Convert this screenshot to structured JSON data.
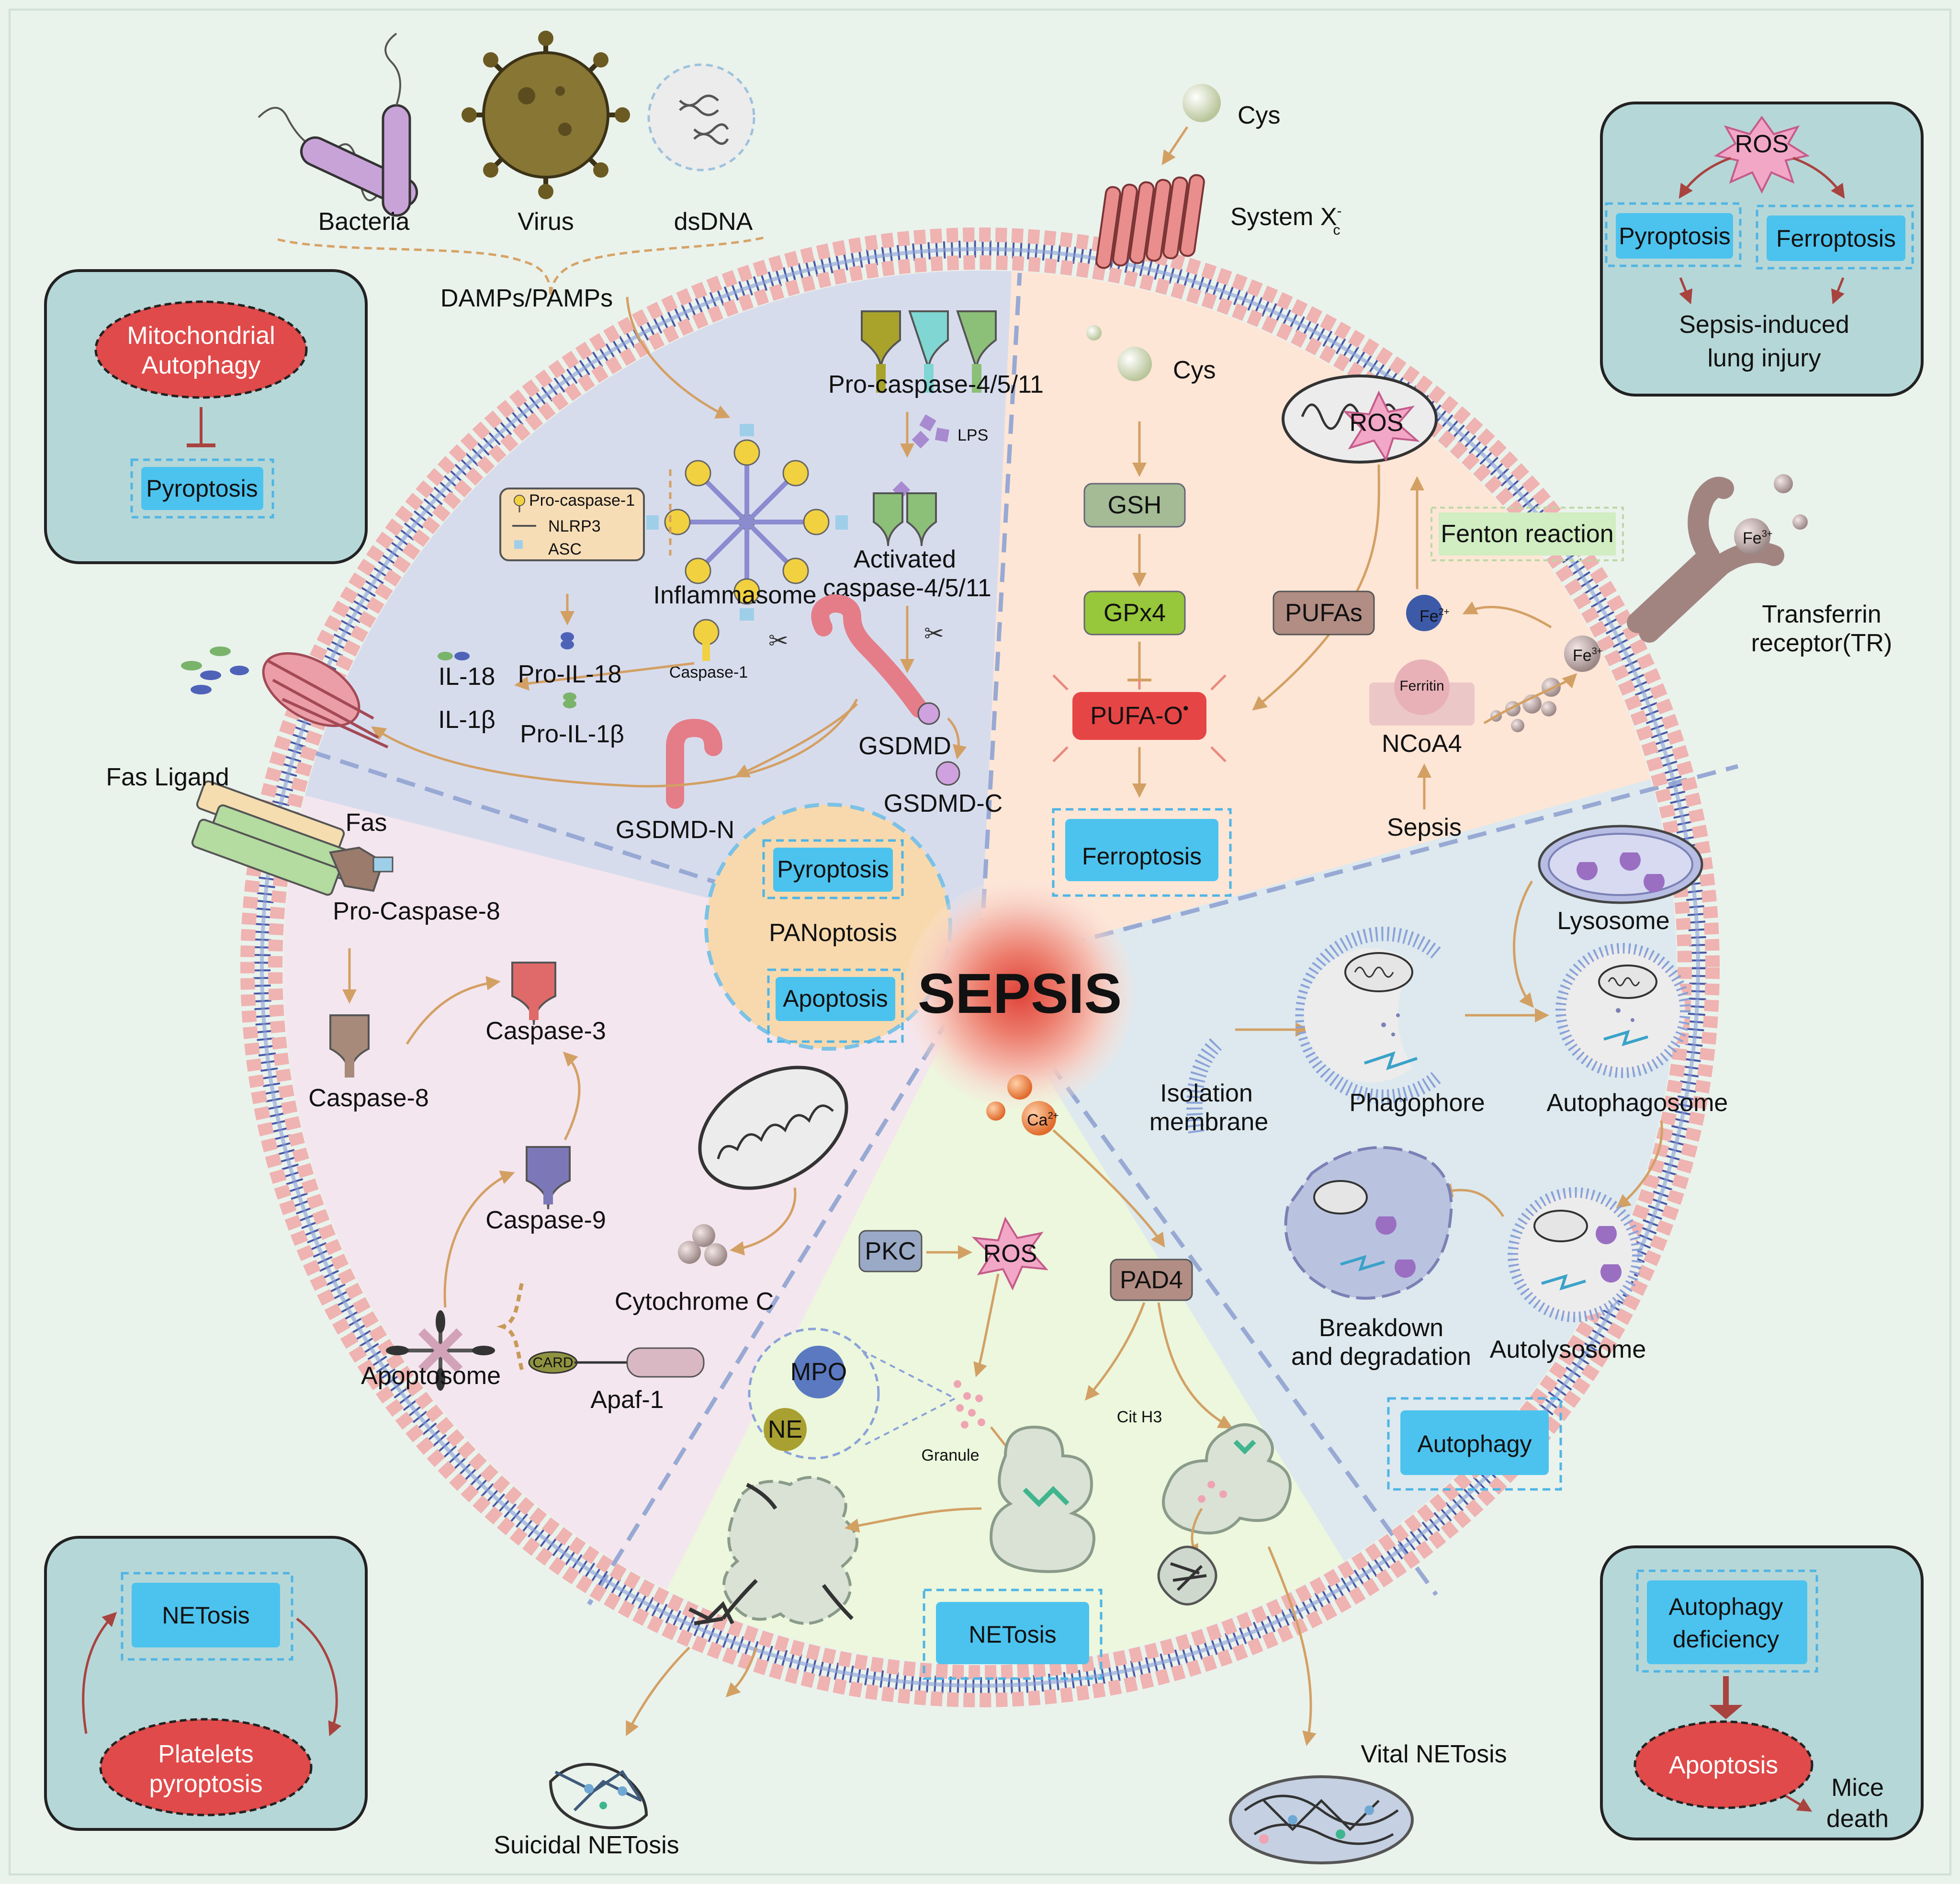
{
  "center": {
    "title": "SEPSIS",
    "panoptosis": "PANoptosis",
    "panoptosis_items": [
      "Pyroptosis",
      "Apoptosis"
    ]
  },
  "pathogens": [
    "Bacteria",
    "Virus",
    "dsDNA"
  ],
  "pyroptosis": {
    "damps": "DAMPs/PAMPs",
    "pro_caspase_4_5_11": "Pro-caspase-4/5/11",
    "lps": "LPS",
    "activated_caspase_lines": [
      "Activated",
      "caspase-4/5/11"
    ],
    "inflammasome": "Inflammasome",
    "legend": [
      "Pro-caspase-1",
      "NLRP3",
      "ASC"
    ],
    "caspase_1": "Caspase-1",
    "gsdmd": "GSDMD",
    "gsdmd_c": "GSDMD-C",
    "gsdmd_n": "GSDMD-N",
    "pro_il_18": "Pro-IL-18",
    "pro_il_1b": "Pro-IL-1β",
    "il_18": "IL-18",
    "il_1b": "IL-1β"
  },
  "ferroptosis": {
    "cys": "Cys",
    "system_xc": "System X",
    "system_xc_sup": "-",
    "system_xc_sub": "c",
    "gsh": "GSH",
    "gpx4": "GPx4",
    "pufa_o": "PUFA-O",
    "pufa_o_sup": "•",
    "ferroptosis": "Ferroptosis",
    "ros": "ROS",
    "pufas": "PUFAs",
    "fenton": "Fenton reaction",
    "fe2": "Fe",
    "fe2_sup": "2+",
    "fe3": "Fe",
    "fe3_sup": "3+",
    "ferritin": "Ferritin",
    "ncoa4": "NCoA4",
    "sepsis": "Sepsis",
    "transferrin_lines": [
      "Transferrin",
      "receptor(TR)"
    ]
  },
  "autophagy": {
    "lysosome": "Lysosome",
    "isolation_lines": [
      "Isolation",
      "membrane"
    ],
    "phagophore": "Phagophore",
    "autophagosome": "Autophagosome",
    "autolysosome": "Autolysosome",
    "breakdown_lines": [
      "Breakdown",
      "and degradation"
    ],
    "autophagy": "Autophagy"
  },
  "netosis": {
    "ca": "Ca",
    "ca_sup": "2+",
    "pkc": "PKC",
    "ros": "ROS",
    "pad4": "PAD4",
    "mpo": "MPO",
    "ne": "NE",
    "granule": "Granule",
    "cit_h3": "Cit H3",
    "netosis": "NETosis",
    "suicidal": "Suicidal NETosis",
    "vital": "Vital NETosis"
  },
  "apoptosis": {
    "fas_ligand": "Fas Ligand",
    "fas": "Fas",
    "pro_caspase_8": "Pro-Caspase-8",
    "caspase_8": "Caspase-8",
    "caspase_3": "Caspase-3",
    "caspase_9": "Caspase-9",
    "cytochrome_c": "Cytochrome C",
    "apoptosome": "Apoptosome",
    "card": "CARD",
    "apaf_1": "Apaf-1"
  },
  "corners": {
    "top_left": {
      "top_lines": [
        "Mitochondrial",
        "Autophagy"
      ],
      "bottom": "Pyroptosis"
    },
    "top_right": {
      "ros": "ROS",
      "items": [
        "Pyroptosis",
        "Ferroptosis"
      ],
      "outcome_lines": [
        "Sepsis-induced",
        "lung injury"
      ]
    },
    "bottom_left": {
      "top": "NETosis",
      "bottom_lines": [
        "Platelets",
        "pyroptosis"
      ]
    },
    "bottom_right": {
      "top_lines": [
        "Autophagy",
        "deficiency"
      ],
      "middle": "Apoptosis",
      "outcome_lines": [
        "Mice",
        "death"
      ]
    }
  },
  "colors": {
    "cell_boxes": "#4cc3ee",
    "corner_panels": "#b6d7d8",
    "red_ovals": "#e04a4a",
    "pyroptosis_sector": "#d7dced",
    "ferroptosis_sector": "#fde6d6",
    "autophagy_sector": "#dde9ee",
    "netosis_sector": "#ecf7dd",
    "apoptosis_sector": "#f4e6ee",
    "membrane": "#4857a6"
  }
}
